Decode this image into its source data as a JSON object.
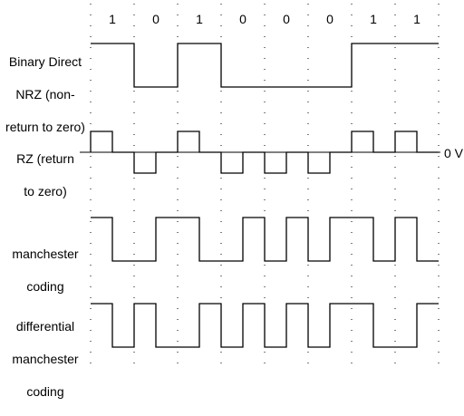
{
  "bits": [
    "1",
    "0",
    "1",
    "0",
    "0",
    "0",
    "1",
    "1"
  ],
  "zero_label": "0 V",
  "rows": [
    {
      "id": "nrz",
      "lines": [
        "Binary Direct",
        "NRZ (non-",
        "return to zero)"
      ]
    },
    {
      "id": "rz",
      "lines": [
        "RZ (return",
        "to zero)"
      ]
    },
    {
      "id": "manchester",
      "lines": [
        "manchester",
        "coding"
      ]
    },
    {
      "id": "diff-manchester",
      "lines": [
        "differential",
        "manchester",
        "coding"
      ]
    }
  ],
  "colors": {
    "line": "#000000",
    "grid": "#000000"
  }
}
